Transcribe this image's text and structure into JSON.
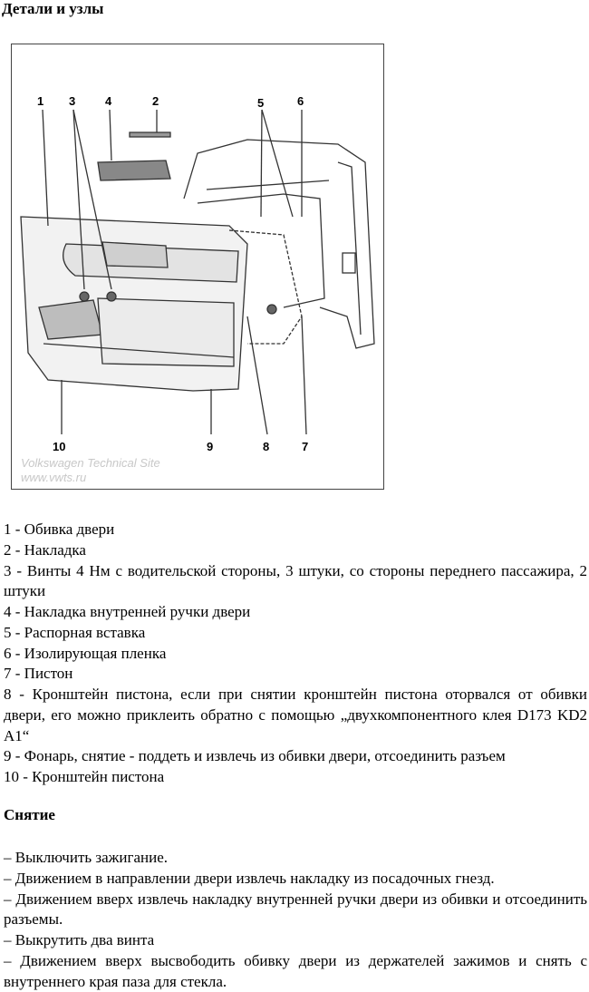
{
  "title": "Детали и узлы",
  "figure": {
    "callouts": [
      "1",
      "2",
      "3",
      "4",
      "5",
      "6",
      "7",
      "8",
      "9",
      "10"
    ],
    "watermark_line1": "Volkswagen Technical Site",
    "watermark_line2": "www.vwts.ru"
  },
  "parts": [
    "1 - Обивка двери",
    "2 - Накладка",
    "3  - Винты 4 Нм с водительской стороны, 3 штуки, со стороны переднего пассажира, 2 штуки",
    "4 - Накладка внутренней ручки двери",
    "5 - Распорная вставка",
    "6 - Изолирующая пленка",
    "7 - Пистон",
    "8  - Кронштейн пистона, если при снятии кронштейн пистона оторвался от обивки двери, его можно приклеить обратно с помощью „двухкомпонентного клея D173 KD2 A1“",
    "9 - Фонарь, снятие - поддеть и извлечь из обивки двери, отсоединить разъем",
    "10 - Кронштейн пистона"
  ],
  "removal": {
    "heading": "Снятие",
    "steps": [
      "– Выключить зажигание.",
      "– Движением в направлении двери извлечь накладку из посадочных гнезд.",
      "– Движением вверх извлечь накладку внутренней ручки двери из обивки и отсоединить разъемы.",
      "– Выкрутить два винта",
      "– Движением вверх высвободить обивку двери из держателей зажимов и снять с внутреннего края паза для стекла."
    ]
  }
}
